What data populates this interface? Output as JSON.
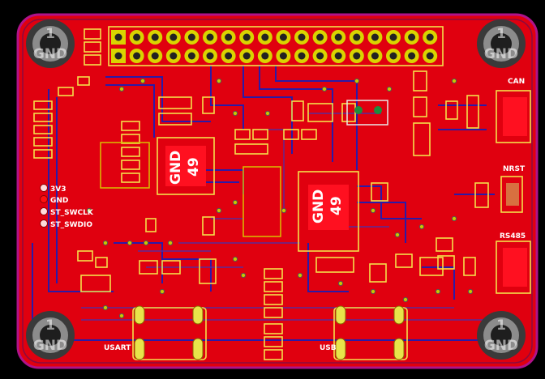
{
  "board": {
    "colors": {
      "copper": "#e0000f",
      "edge": "#b0128a",
      "silk": "#f4e04a",
      "pad": "#d9d400",
      "background": "#000000"
    }
  },
  "header_labels": [
    "CAN",
    "NRST",
    "RS485",
    "USART",
    "USB"
  ],
  "debug_labels": [
    "3V3",
    "GND",
    "ST_SWCLK",
    "ST_SWDIO"
  ],
  "ic_labels": [
    {
      "net": "GND",
      "pin": "49"
    },
    {
      "net": "GND",
      "pin": "49"
    }
  ],
  "mounting_holes": [
    {
      "pin": "1",
      "net": "GND"
    },
    {
      "pin": "1",
      "net": "GND"
    },
    {
      "pin": "1",
      "net": "GND"
    },
    {
      "pin": "1",
      "net": "GND"
    }
  ]
}
